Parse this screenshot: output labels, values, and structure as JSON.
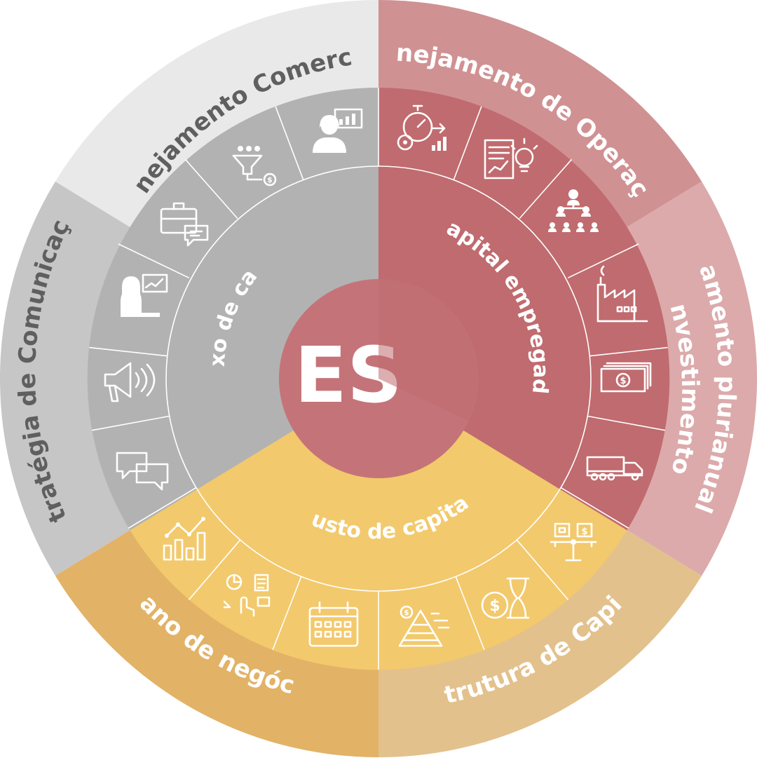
{
  "center": {
    "text": "ES"
  },
  "colors": {
    "gray_outer_light": "#e9e9e9",
    "gray_outer_mid": "#c6c6c6",
    "gray_mid": "#b2b2b2",
    "red_outer": "#d09193",
    "red_outer_light": "#dcaaab",
    "red_mid": "#c06b6f",
    "yellow_outer": "#e2b266",
    "yellow_outer_light": "#e3c18d",
    "yellow_mid": "#f2c96c",
    "center": "#c47479",
    "text_gray": "#5f5f5f",
    "text_white": "#ffffff"
  },
  "inner_labels": {
    "gray": "Fluxo de caixa",
    "red": "Capital empregado",
    "yellow": "Custo de capital"
  },
  "outer_labels": {
    "planejamento_comercial": "Planejamento Comercial",
    "estrategia_comunicacao": "Estratégia de Comunicação",
    "planejamento_operacoes": "Planejamento de Operações",
    "orcamento_line1": "Orçamento plurianual de",
    "orcamento_line2": "Investimentos",
    "plano_negocio": "Plano de negócio",
    "estrutura_capital": "Estrutura de Capital"
  },
  "icons": {
    "gray": [
      "chat-bubbles-icon",
      "megaphone-icon",
      "presenter-icon",
      "briefcase-chat-icon",
      "sales-funnel-icon",
      "businesswoman-chart-icon"
    ],
    "red": [
      "stopwatch-gear-icon",
      "report-idea-icon",
      "org-chart-icon",
      "factory-icon",
      "money-stack-icon",
      "truck-icon"
    ],
    "yellow": [
      "growth-chart-icon",
      "data-analysis-icon",
      "calendar-icon",
      "pyramid-money-icon",
      "money-hourglass-icon",
      "balance-scale-icon"
    ]
  }
}
